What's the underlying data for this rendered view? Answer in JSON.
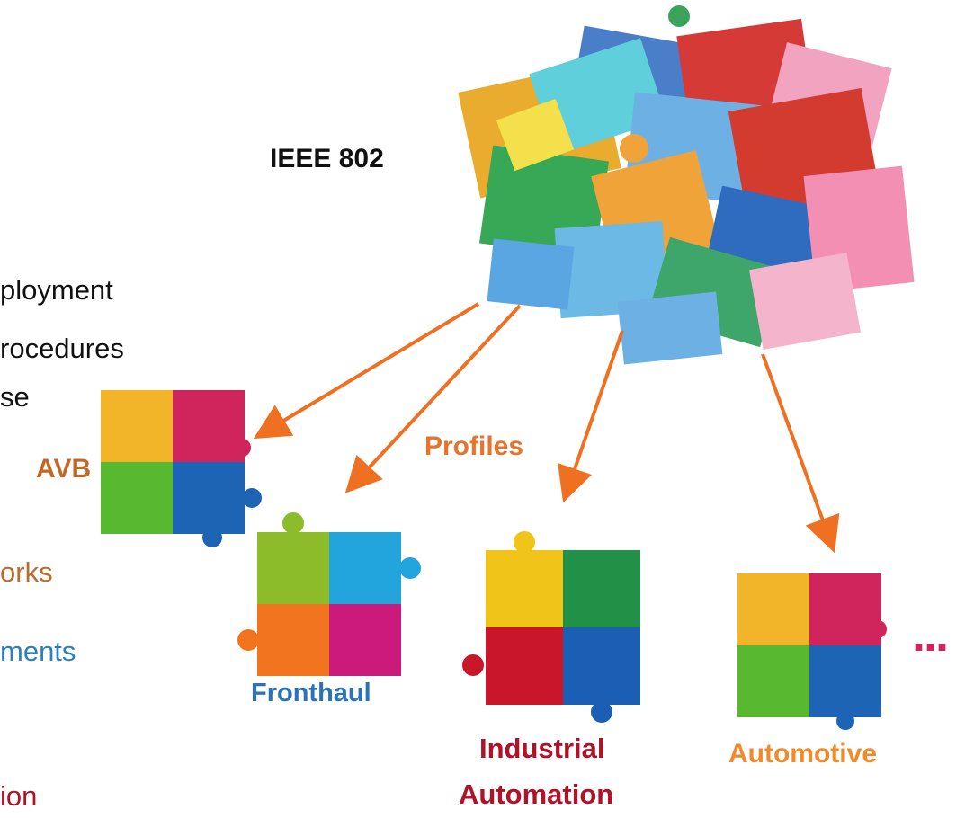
{
  "left_text": {
    "line1": "ployment",
    "line2": "rocedures",
    "line3": "se",
    "line4": "orks",
    "line5": "ments",
    "line6": "ion"
  },
  "labels": {
    "ieee": "IEEE 802",
    "profiles": "Profiles",
    "avb": "AVB",
    "fronthaul": "Fronthaul",
    "industrial_line1": "Industrial",
    "industrial_line2": "Automation",
    "automotive": "Automotive",
    "ellipsis": "..."
  },
  "colors": {
    "arrow": "#f07022",
    "avb": "#c0692a",
    "fronthaul": "#2a73b8",
    "industrial": "#b0122a",
    "automotive": "#f08a2a",
    "profiles": "#e8732a",
    "left_line4": "#c0692a",
    "left_line5": "#2a7fc1",
    "left_line6": "#b0122a"
  }
}
